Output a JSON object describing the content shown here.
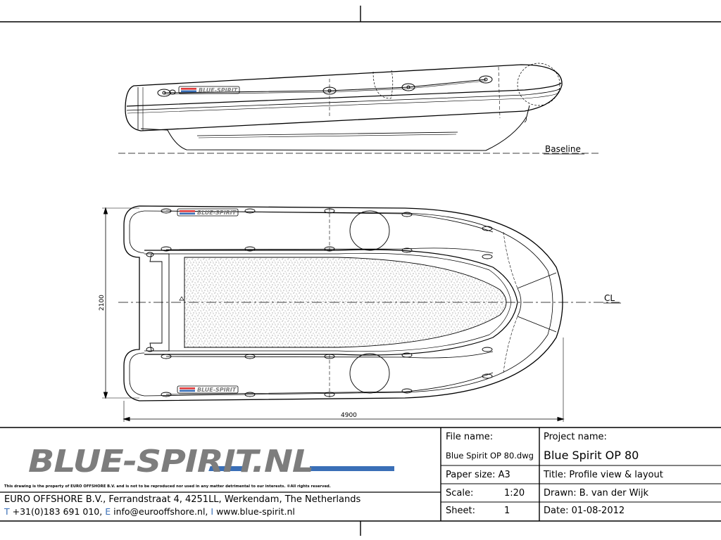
{
  "labels": {
    "baseline": "Baseline",
    "centerline": "CL",
    "width_dim": "2100",
    "length_dim": "4900"
  },
  "title_block": {
    "logo_text": "BLUE-SPIRIT.NL",
    "disclaimer": "This drawing is the property of EURO OFFSHORE B.V. and is not to be reproduced nor used in any matter detrimental to our interests. ©All rights reserved.",
    "company_line": "EURO OFFSHORE B.V., Ferrandstraat 4, 4251LL, Werkendam, The Netherlands",
    "contact": {
      "t_letter": "T",
      "phone": "+31(0)183 691 010,",
      "e_letter": "E",
      "email": "info@eurooffshore.nl,",
      "i_letter": "I",
      "web": "www.blue-spirit.nl"
    },
    "file_name_label": "File name:",
    "file_name_value": "Blue Spirit OP 80.dwg",
    "paper_size": "Paper size: A3",
    "scale_label": "Scale:",
    "scale_value": "1:20",
    "sheet_label": "Sheet:",
    "sheet_value": "1",
    "project_name_label": "Project name:",
    "project_name_value": "Blue Spirit OP 80",
    "title": "Title:  Profile view & layout",
    "drawn": "Drawn: B. van der Wijk",
    "date": "Date:  01-08-2012"
  },
  "colors": {
    "logo_red": "#e03a3a",
    "logo_blue": "#3a6fb7",
    "logo_grey": "#7d7d7d"
  }
}
